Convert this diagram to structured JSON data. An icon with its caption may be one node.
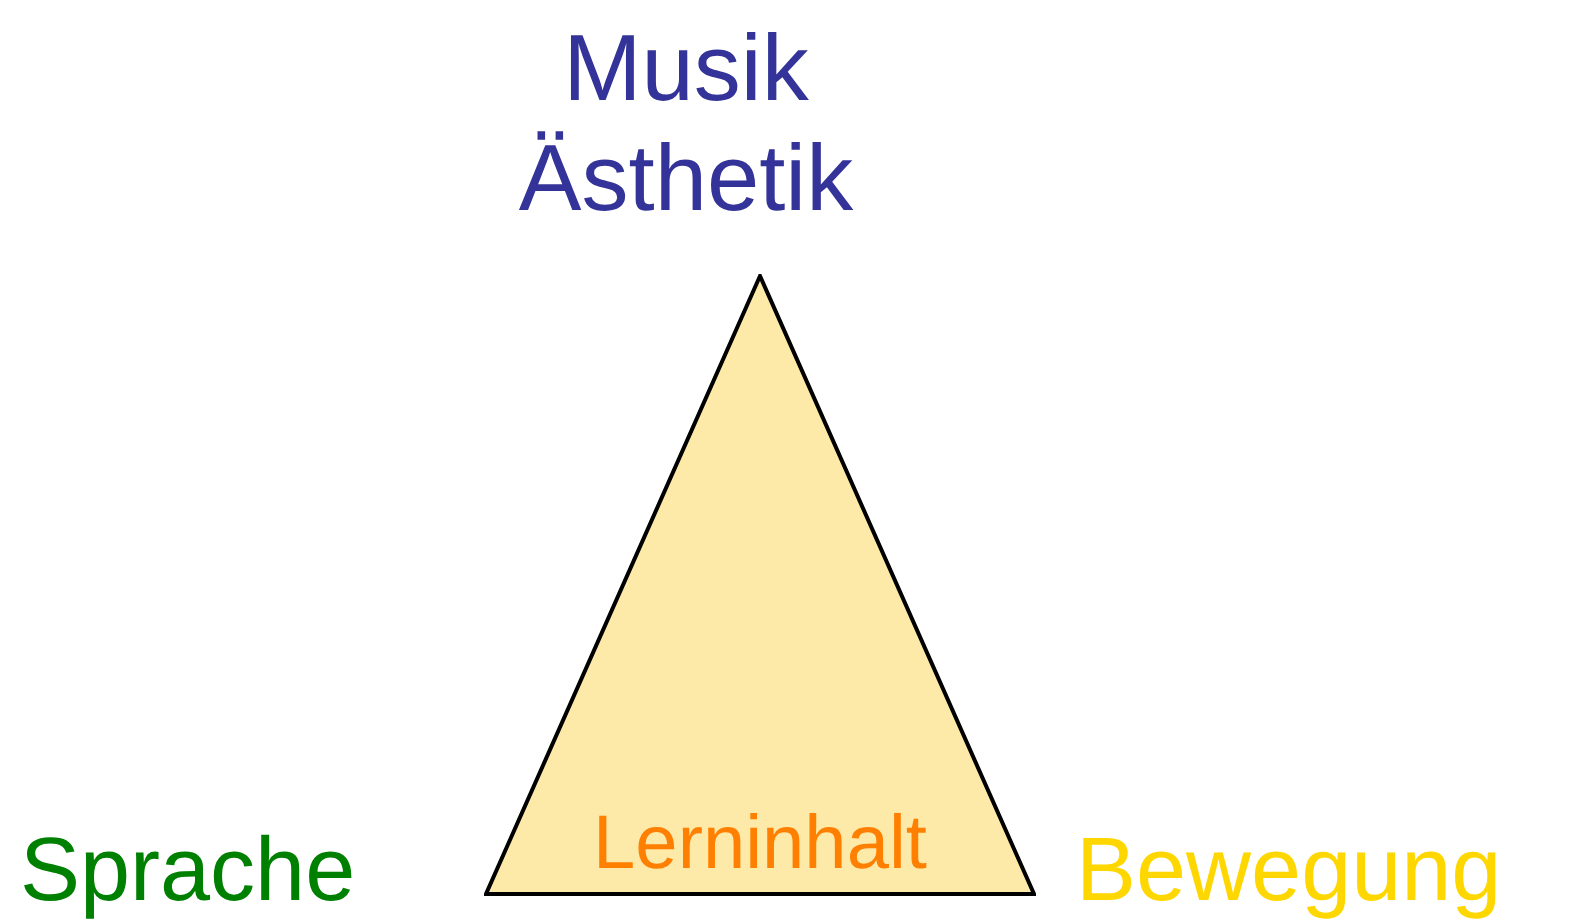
{
  "diagram": {
    "nodes": [
      {
        "text": [
          "Lerninhalt"
        ]
      }
    ],
    "labels": [
      "Musik Ästhetik",
      "Sprache",
      "Bewegung"
    ]
  }
}
